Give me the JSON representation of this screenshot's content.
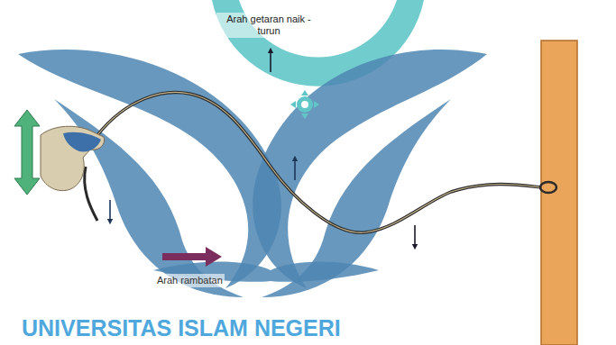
{
  "diagram": {
    "labels": [
      "Arah getaran naik - turun",
      "Arah rambatan",
      "UNIVERSITAS ISLAM NEGERI"
    ]
  }
}
